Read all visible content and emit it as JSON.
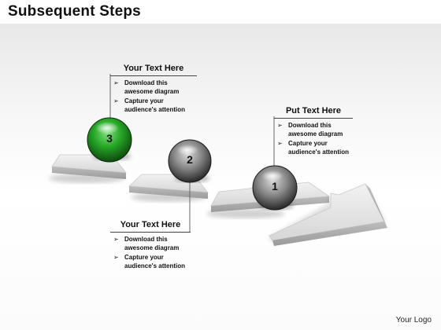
{
  "title": "Subsequent Steps",
  "logo": "Your Logo",
  "steps": [
    {
      "number": "3",
      "heading": "Your Text Here",
      "bullets": [
        "Download this awesome diagram",
        "Capture your audience's attention"
      ],
      "color": "#2a9a2a"
    },
    {
      "number": "2",
      "heading": "Your Text Here",
      "bullets": [
        "Download this awesome diagram",
        "Capture your audience's attention"
      ],
      "color": "#555555"
    },
    {
      "number": "1",
      "heading": "Put Text Here",
      "bullets": [
        "Download this awesome diagram",
        "Capture your audience's attention"
      ],
      "color": "#555555"
    }
  ],
  "bullet_icon": "arrowhead-bullet"
}
